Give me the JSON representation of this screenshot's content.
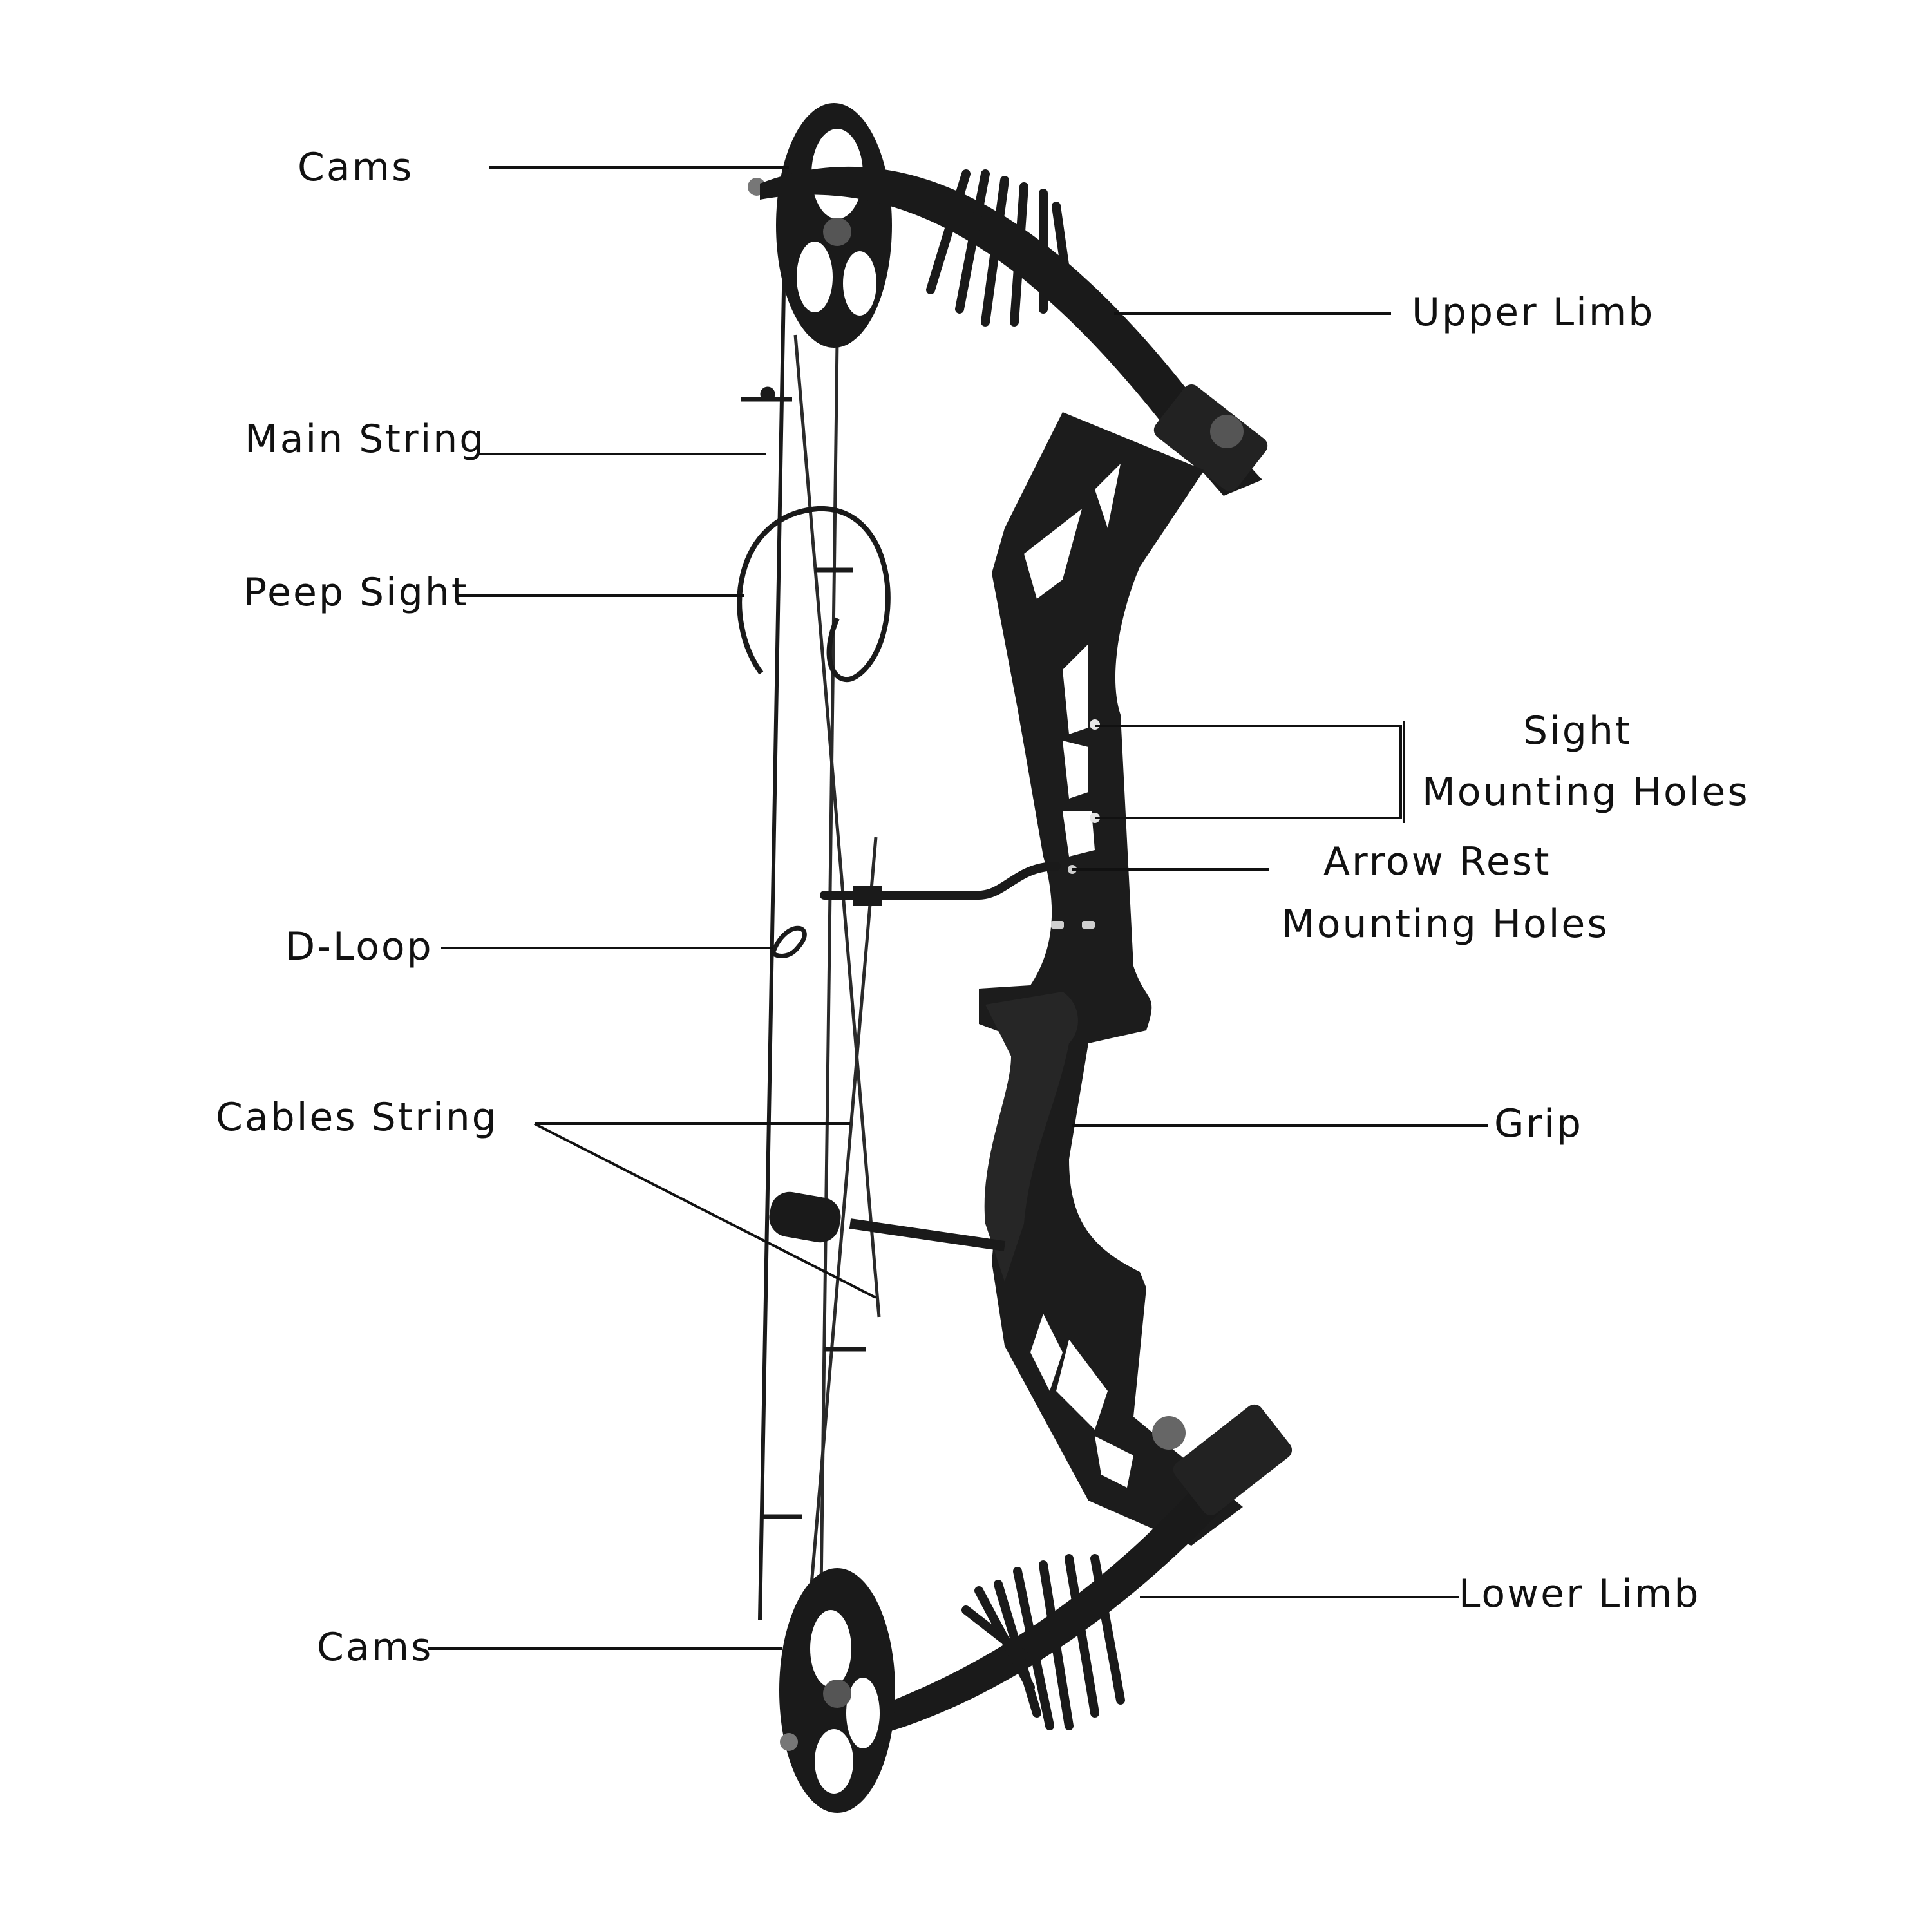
{
  "colors": {
    "background": "#ffffff",
    "bow_body": "#1a1a1a",
    "leader_line": "#111111",
    "label_text": "#111111"
  },
  "labels": {
    "cams_top": "Cams",
    "upper_limb": "Upper Limb",
    "main_string": "Main String",
    "peep_sight": "Peep Sight",
    "sight_mounting_holes_line1": "Sight",
    "sight_mounting_holes_line2": "Mounting Holes",
    "arrow_rest_mounting_holes_line1": "Arrow Rest",
    "arrow_rest_mounting_holes_line2": "Mounting Holes",
    "d_loop": "D-Loop",
    "cables_string": "Cables String",
    "grip": "Grip",
    "lower_limb": "Lower Limb",
    "cams_bottom": "Cams"
  }
}
